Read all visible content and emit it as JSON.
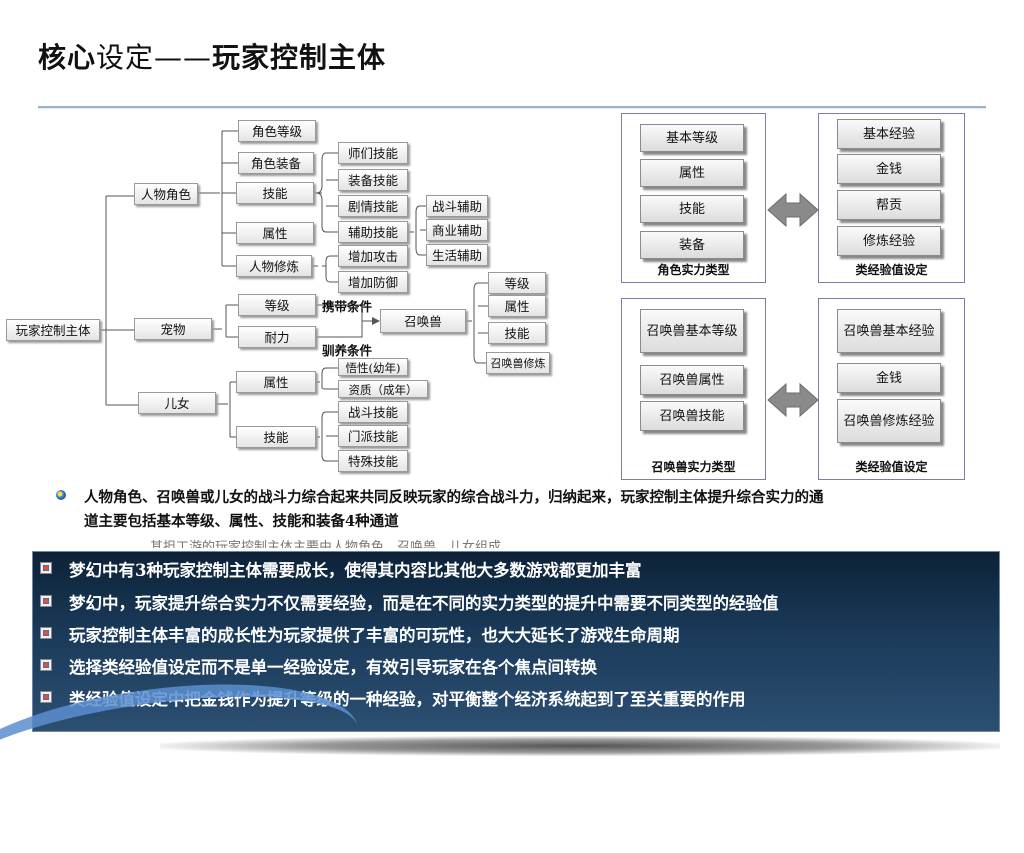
{
  "title": {
    "bold1": "核心",
    "light": "设定——",
    "bold2": "玩家控制主体"
  },
  "tree": {
    "root": "玩家控制主体",
    "renwu": "人物角色",
    "chongwu": "宠物",
    "ernv": "儿女",
    "jiaose_dengji": "角色等级",
    "jiaose_zhuangbei": "角色装备",
    "jineng": "技能",
    "shuxing": "属性",
    "renwu_xiulian": "人物修炼",
    "shimen": "师们技能",
    "zhuangbei_jn": "装备技能",
    "juqing": "剧情技能",
    "fuzhu": "辅助技能",
    "zhandou_fz": "战斗辅助",
    "shangye_fz": "商业辅助",
    "shenghuo_fz": "生活辅助",
    "zengjia_gj": "增加攻击",
    "zengjia_fy": "增加防御",
    "pet_dengji": "等级",
    "pet_naili": "耐力",
    "xiedai": "携带条件",
    "xunyang": "驯养条件",
    "zhaohuanshou": "召唤兽",
    "zh_dengji": "等级",
    "zh_shuxing": "属性",
    "zh_jineng": "技能",
    "zh_xiulian": "召唤兽修炼",
    "er_shuxing": "属性",
    "er_jineng": "技能",
    "wuxing": "悟性(幼年)",
    "zizhi": "资质（成年）",
    "zhandou_jn": "战斗技能",
    "menpai_jn": "门派技能",
    "teshu_jn": "特殊技能"
  },
  "panels": [
    {
      "items": [
        "基本等级",
        "属性",
        "技能",
        "装备"
      ],
      "caption": "角色实力类型"
    },
    {
      "items": [
        "基本经验",
        "金钱",
        "帮贡",
        "修炼经验"
      ],
      "caption": "类经验值设定"
    },
    {
      "items": [
        "召唤兽基本等级",
        "召唤兽属性",
        "召唤兽技能"
      ],
      "caption": "召唤兽实力类型"
    },
    {
      "items": [
        "召唤兽基本经验",
        "金钱",
        "召唤兽修炼经验"
      ],
      "caption": "类经验值设定"
    }
  ],
  "bullets": {
    "b1": "人物角色、召唤兽或儿女的战斗力综合起来共同反映玩家的综合战斗力，归纳起来，玩家控制主体提升综合实力的通",
    "b1b": "道主要包括基本等级、属性、技能和装备4种通道",
    "b2_partial": "其担工游的玩家控制主体主要由人物角色、召唤兽、儿女组成"
  },
  "dark": [
    "梦幻中有3种玩家控制主体需要成长，使得其内容比其他大多数游戏都更加丰富",
    "梦幻中，玩家提升综合实力不仅需要经验，而是在不同的实力类型的提升中需要不同类型的经验值",
    "玩家控制主体丰富的成长性为玩家提供了丰富的可玩性，也大大延长了游戏生命周期",
    "选择类经验值设定而不是单一经验设定，有效引导玩家在各个焦点间转换",
    "类经验值设定中把金钱作为提升等级的一种经验，对平衡整个经济系统起到了至关重要的作用"
  ],
  "colors": {
    "panel_border": "#7a7ea8",
    "dark_bg": "#1a3a59",
    "rule": "#9fb2cc",
    "arrow": "#8a8a8a"
  }
}
